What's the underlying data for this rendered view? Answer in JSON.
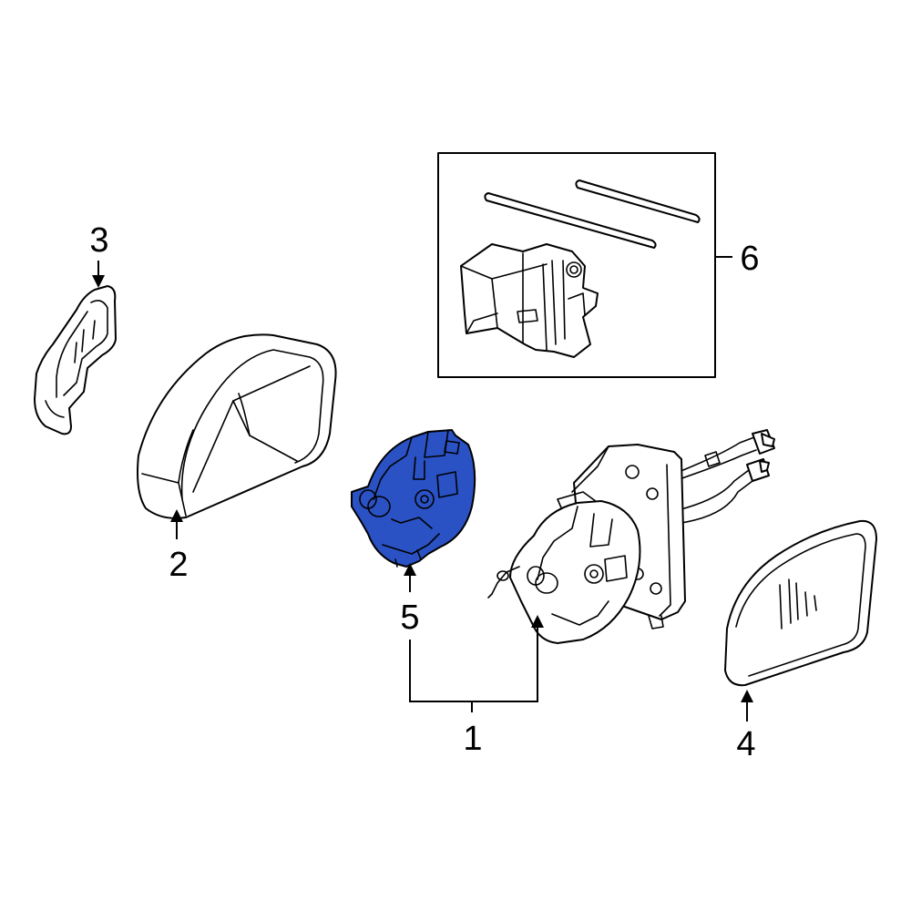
{
  "colors": {
    "background": "#ffffff",
    "line": "#000000",
    "highlight_fill": "#2a52c4"
  },
  "highlighted_part": "5",
  "callouts": {
    "part1": "1",
    "part2": "2",
    "part3": "3",
    "part4": "4",
    "part5": "5",
    "part6": "6"
  }
}
